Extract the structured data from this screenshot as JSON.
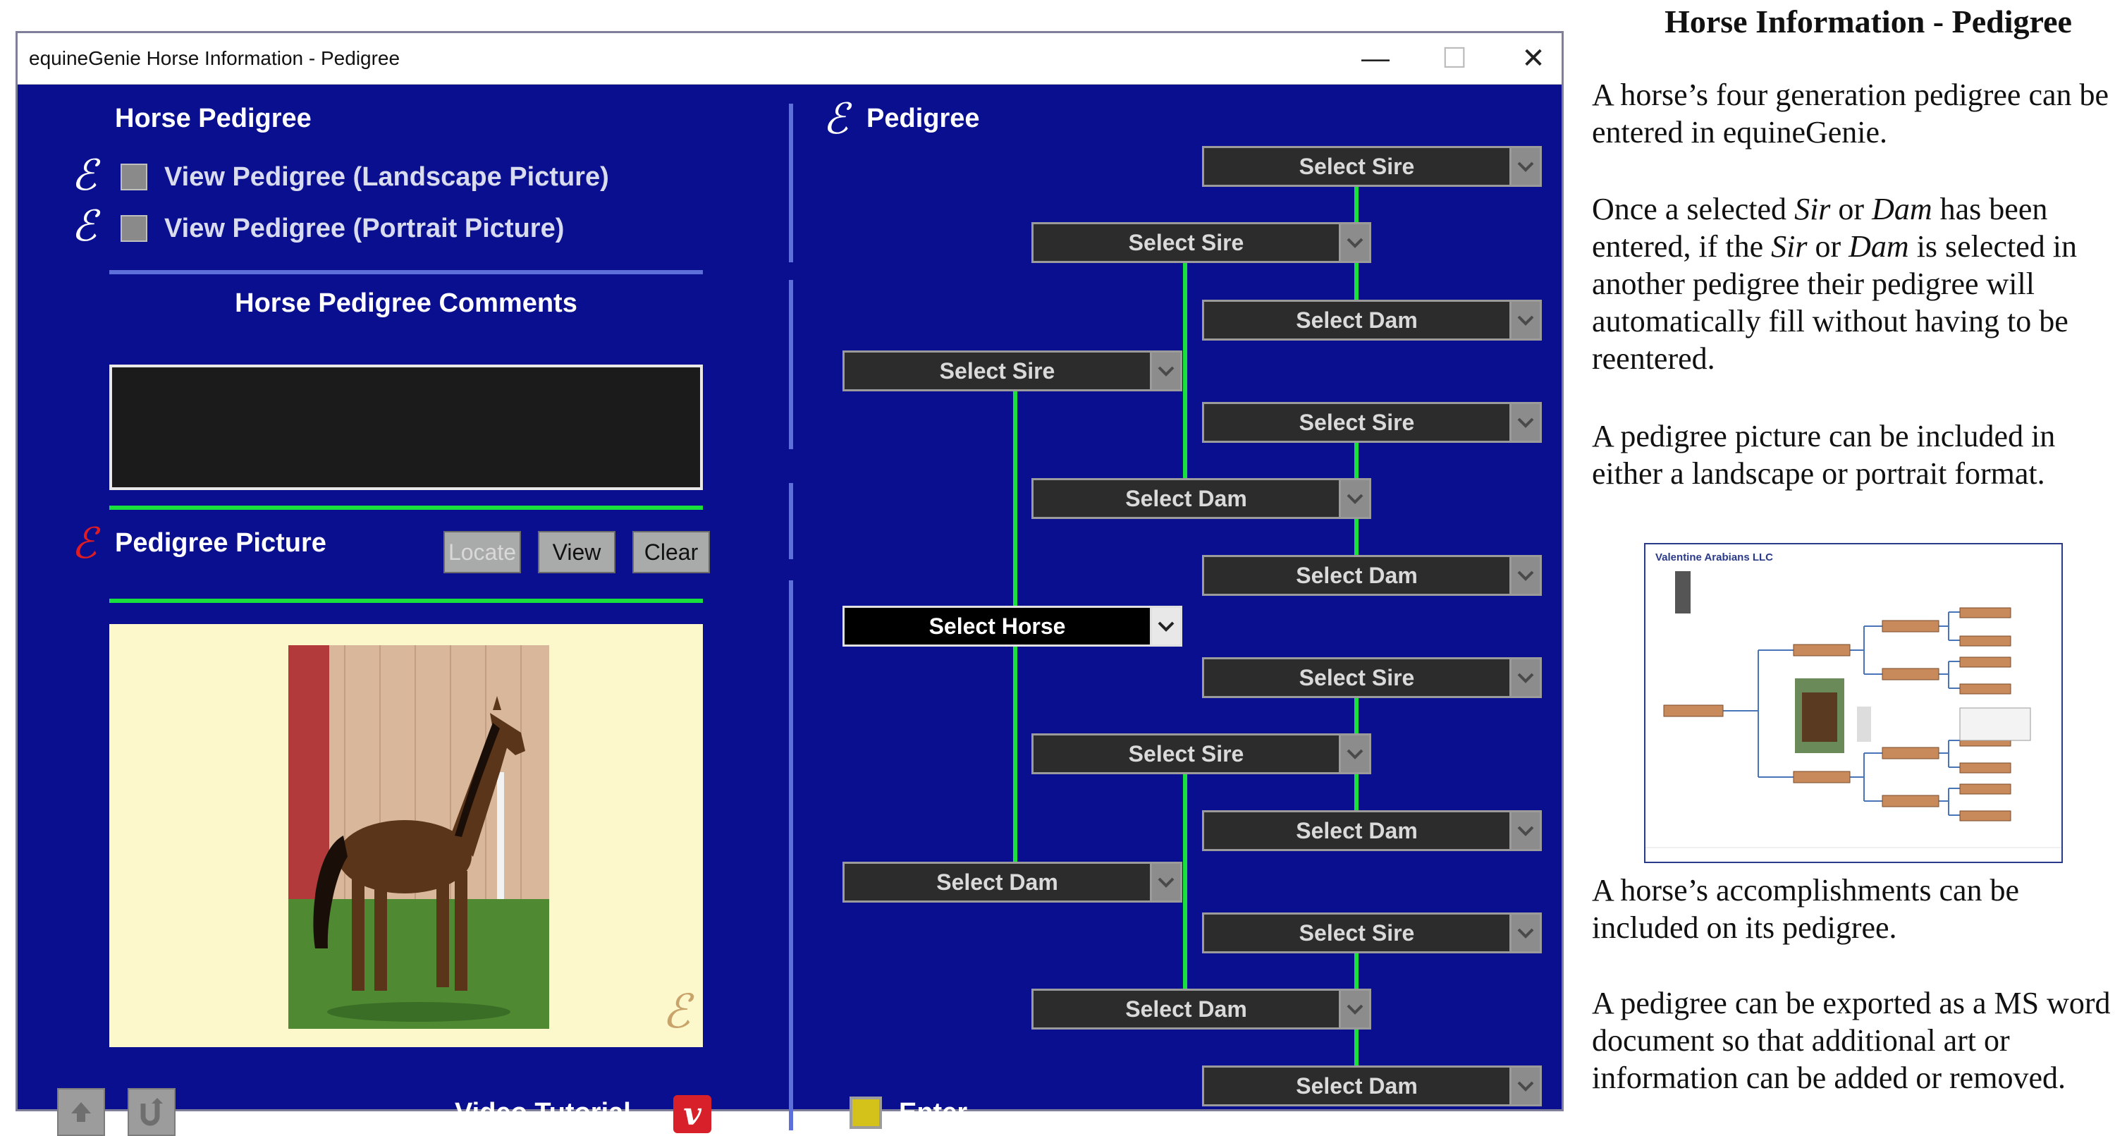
{
  "window": {
    "title": "equineGenie   Horse Information - Pedigree",
    "minimize_glyph": "—",
    "maximize_glyph": "☐",
    "close_glyph": "✕"
  },
  "left": {
    "section_title": "Horse Pedigree",
    "view_landscape": "View Pedigree (Landscape Picture)",
    "view_portrait": "View Pedigree (Portrait Picture)",
    "comments_title": "Horse Pedigree Comments",
    "picture_title": "Pedigree Picture",
    "locate_button": "Locate",
    "view_button": "View",
    "clear_button": "Clear",
    "video_tutorial": "Video Tutorial"
  },
  "pedigree": {
    "title": "Pedigree",
    "horse": "Select Horse",
    "gen1": [
      "Select Sire",
      "Select Dam"
    ],
    "gen2": [
      "Select Sire",
      "Select Dam",
      "Select Sire",
      "Select Dam"
    ],
    "gen3": [
      "Select Sire",
      "Select Dam",
      "Select Sire",
      "Select Dam",
      "Select Sire",
      "Select Dam",
      "Select Sire",
      "Select Dam"
    ],
    "enter_label": "Enter"
  },
  "description": {
    "title": "Horse Information  -  Pedigree",
    "p1": "A horse’s four generation pedigree can be entered in equineGenie.",
    "p2_a": "Once a selected ",
    "p2_sir": "Sir",
    "p2_b": " or ",
    "p2_dam": "Dam",
    "p2_c": " has been entered, if the ",
    "p2_d": " is selected in another pedigree their pedigree will automatically fill without having to be reentered.",
    "p3": "A pedigree picture can be included in either a landscape or portrait format.",
    "p4": "A horse’s accomplishments can be included on its pedigree.",
    "p5": "A pedigree can be exported as a MS word document so that additional art or information can be added or removed."
  },
  "thumbnail": {
    "farm": "Valentine Arabians LLC"
  },
  "colors": {
    "window_bg": "#0a0f8f",
    "connector": "#19e03c",
    "divider_blue": "#5d6fd8",
    "picture_bg": "#fdf7cc"
  }
}
